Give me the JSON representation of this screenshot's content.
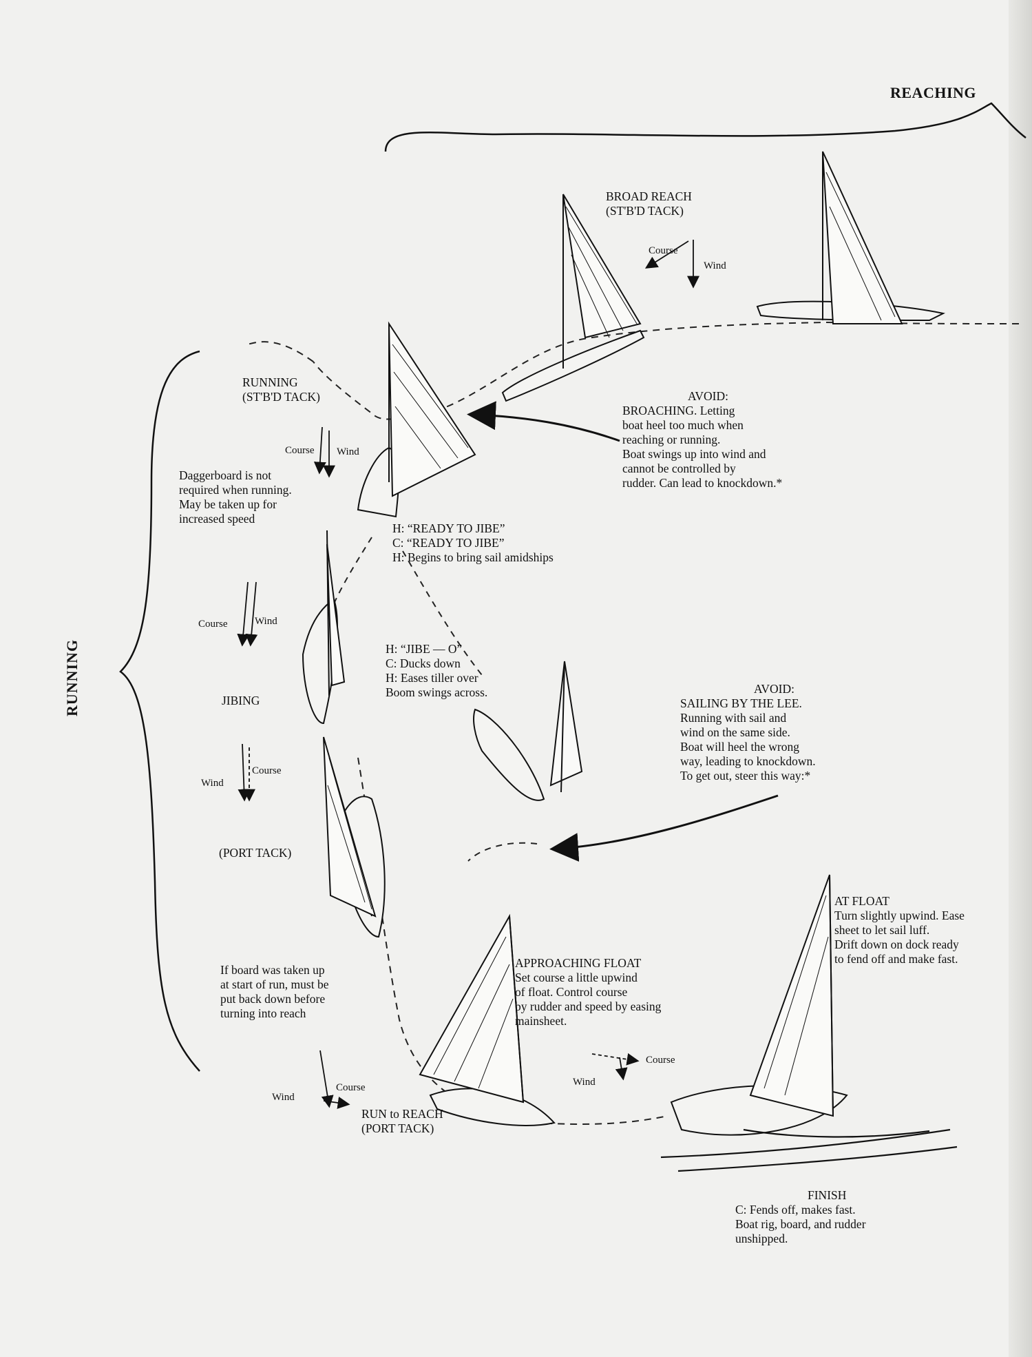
{
  "headings": {
    "reaching": "REACHING",
    "running": "RUNNING"
  },
  "labels": {
    "broad_reach": [
      "BROAD REACH",
      "(ST'B'D TACK)"
    ],
    "running_stbd": [
      "RUNNING",
      "(ST'B'D TACK)"
    ],
    "daggerboard_note": [
      "Daggerboard is not",
      "required when running.",
      "May be taken up for",
      "increased speed"
    ],
    "ready_to_jibe": [
      "H: “READY TO JIBE”",
      "C: “READY TO JIBE”",
      "H: Begins to bring sail amidships"
    ],
    "jibe_o": [
      "H: “JIBE — O”",
      "C: Ducks down",
      "H: Eases tiller over",
      "Boom swings across."
    ],
    "jibing": "JIBING",
    "port_tack": "(PORT TACK)",
    "board_note": [
      "If board was taken up",
      "at start of run, must be",
      "put back down before",
      "turning into reach"
    ],
    "run_to_reach": [
      "RUN to REACH",
      "(PORT TACK)"
    ],
    "avoid_broaching": [
      "AVOID:",
      "BROACHING. Letting",
      "boat heel too much when",
      "reaching or running.",
      "Boat swings up into wind and",
      "cannot be controlled by",
      "rudder. Can lead to knockdown.*"
    ],
    "avoid_lee": [
      "AVOID:",
      "SAILING BY THE LEE.",
      "Running with sail and",
      "wind on the same side.",
      "Boat will heel the wrong",
      "way, leading to knockdown.",
      "To get out, steer this way:*"
    ],
    "approaching_float": [
      "APPROACHING FLOAT",
      "Set course a little upwind",
      "of float. Control course",
      "by rudder and speed by easing",
      "mainsheet."
    ],
    "at_float": [
      "AT FLOAT",
      "Turn slightly upwind. Ease",
      "sheet to let sail luff.",
      "Drift down on dock ready",
      "to fend off and make fast."
    ],
    "finish": [
      "FINISH",
      "C: Fends off, makes fast.",
      "Boat rig, board, and rudder",
      "unshipped."
    ]
  },
  "arrows": {
    "course": "Course",
    "wind": "Wind"
  },
  "colors": {
    "paper": "#f1f1ef",
    "ink": "#141414",
    "bleed": "#c9c9c6"
  }
}
